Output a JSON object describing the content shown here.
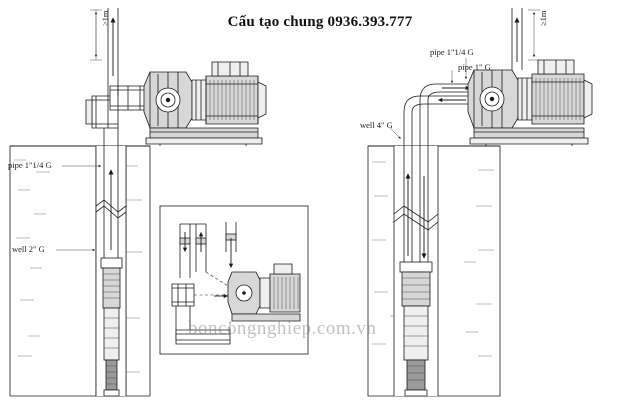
{
  "title": "Cấu tạo chung 0936.393.777",
  "watermark": "boncongnghiep.com.vn",
  "left_diagram": {
    "name": "left-installation",
    "labels": [
      {
        "id": "left-height-mark",
        "text": "≥1m"
      },
      {
        "id": "left-pipe-label",
        "text": "pipe 1\"1/4 G"
      },
      {
        "id": "left-well-label",
        "text": "well 2\" G"
      }
    ]
  },
  "right_diagram": {
    "name": "right-installation",
    "labels": [
      {
        "id": "right-height-mark",
        "text": "≥1m"
      },
      {
        "id": "right-pipe-1-label",
        "text": "pipe 1\"1/4 G"
      },
      {
        "id": "right-pipe-2-label",
        "text": "pipe 1\" G"
      },
      {
        "id": "right-well-label",
        "text": "well 4\" G"
      }
    ]
  },
  "inset_detail": {
    "name": "detail-inset",
    "labels": []
  },
  "colors": {
    "ink": "#1b1b1b",
    "ground_hatch": "#6e6e6e",
    "body_gray": "#d7d7d7",
    "light_gray": "#efefef",
    "title": "#111111",
    "watermark": "rgba(120,120,120,0.45)"
  }
}
